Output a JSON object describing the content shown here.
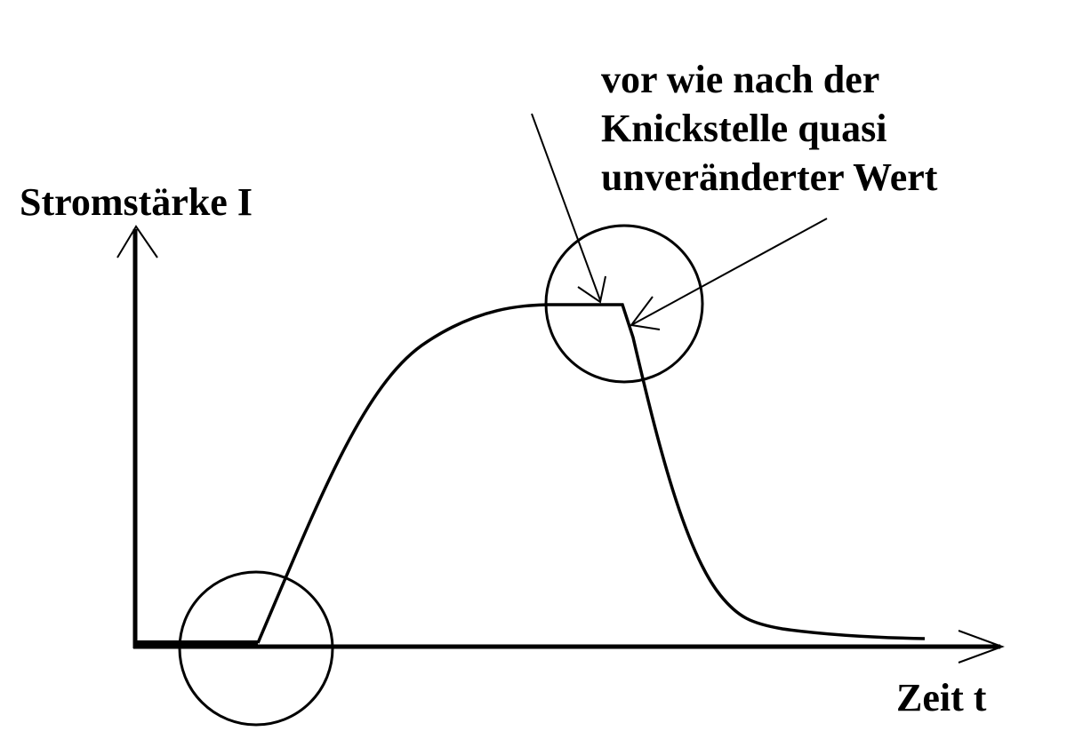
{
  "diagram": {
    "y_axis_label": "Stromstärke I",
    "x_axis_label": "Zeit t",
    "annotation": {
      "lines": [
        "vor wie nach der",
        "Knickstelle quasi",
        "unveränderter Wert"
      ]
    },
    "colors": {
      "background": "#ffffff",
      "ink": "#000000"
    }
  }
}
